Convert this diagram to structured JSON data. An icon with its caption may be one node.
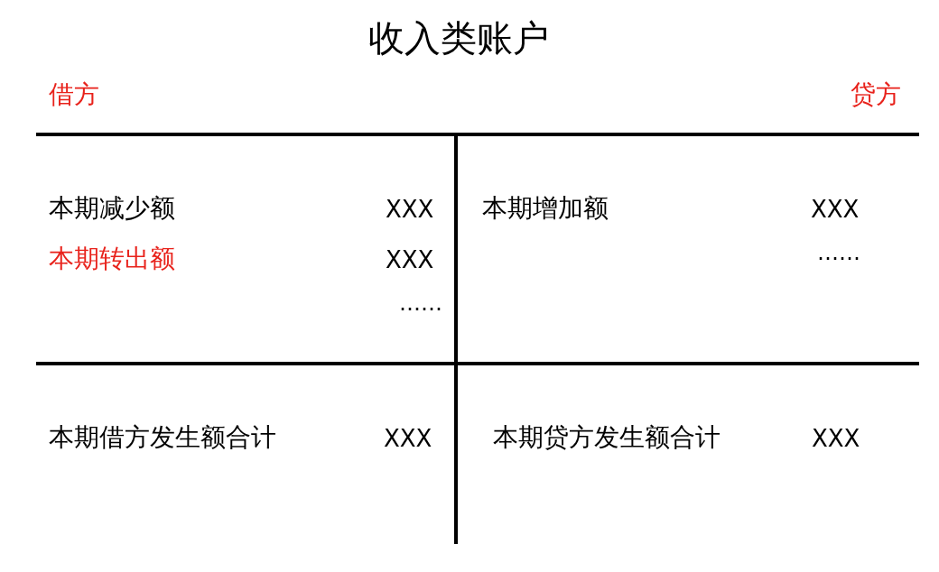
{
  "diagram": {
    "title": "收入类账户",
    "labels": [
      "借方",
      "贷方",
      "本期减少额",
      "XXX",
      "本期增加额",
      "XXX",
      "本期转出额",
      "XXX",
      "……",
      "……",
      "本期借方发生额合计",
      "XXX",
      "本期贷方发生额合计",
      "XXX"
    ]
  }
}
